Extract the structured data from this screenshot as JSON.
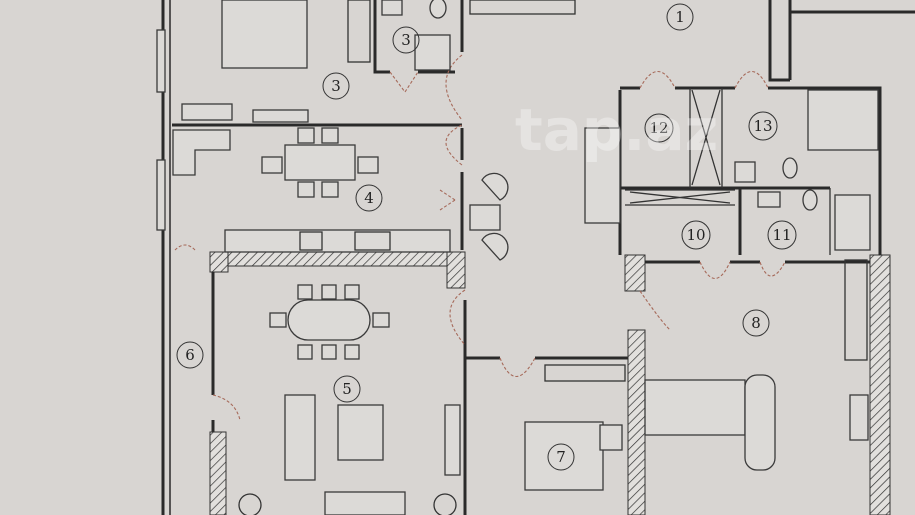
{
  "watermark": "tap.az",
  "colors": {
    "paper": "#d8d5d2",
    "wall": "#2a2a2a",
    "door_swing": "#a66a5a"
  },
  "rooms": [
    {
      "id": "room-1",
      "label": "1"
    },
    {
      "id": "room-3-bath",
      "label": "3"
    },
    {
      "id": "room-3-bedroom",
      "label": "3"
    },
    {
      "id": "room-4",
      "label": "4"
    },
    {
      "id": "room-5",
      "label": "5"
    },
    {
      "id": "room-6",
      "label": "6"
    },
    {
      "id": "room-7",
      "label": "7"
    },
    {
      "id": "room-8",
      "label": "8"
    },
    {
      "id": "room-10",
      "label": "10"
    },
    {
      "id": "room-11",
      "label": "11"
    },
    {
      "id": "room-12",
      "label": "12"
    },
    {
      "id": "room-13",
      "label": "13"
    }
  ]
}
